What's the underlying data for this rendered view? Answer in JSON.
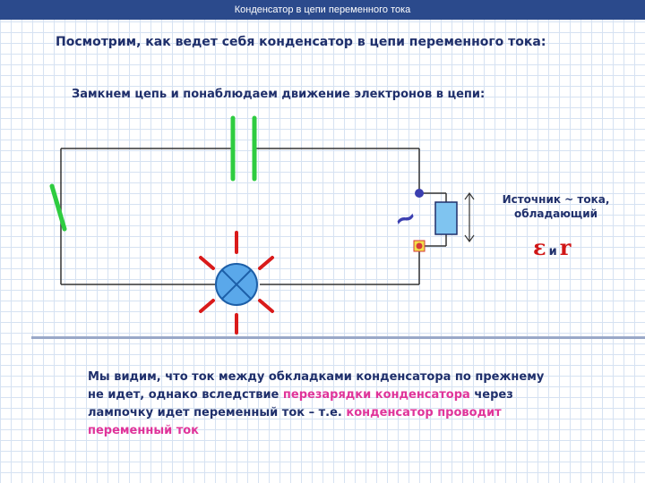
{
  "window": {
    "title": "Конденсатор в цепи переменного тока"
  },
  "heading": "Посмотрим, как  ведет себя конденсатор в цепи переменного тока:",
  "subheading": "Замкнем цепь и понаблюдаем движение электронов в цепи:",
  "source": {
    "label_line1": "Источник ~ тока,",
    "label_line2": "обладающий",
    "symbol": "~",
    "emf_symbol": "ε",
    "conjunction": "и",
    "resistance_symbol": "r"
  },
  "conclusion": {
    "part1": " Мы видим, что ток между обкладками конденсатора по прежнему не идет, однако вследствие ",
    "highlight1": "перезарядки конденсатора",
    "part2": " через лампочку идет переменный ток – т.е. ",
    "highlight2": "конденсатор проводит переменный ток"
  },
  "colors": {
    "title_bar": "#2b4a8c",
    "text": "#1f2f6b",
    "highlight": "#e0349a",
    "emf": "#d01616",
    "wire": "#333333",
    "capacitor": "#2ecc40",
    "lamp": "#3a8fd6",
    "lamp_rays": "#d91a1a",
    "terminal_top": "#3b3fb0",
    "terminal_bottom": "#d63a3a"
  },
  "icons": {
    "capacitor": "capacitor-icon",
    "lamp": "lamp-icon",
    "source": "ac-source-icon"
  }
}
